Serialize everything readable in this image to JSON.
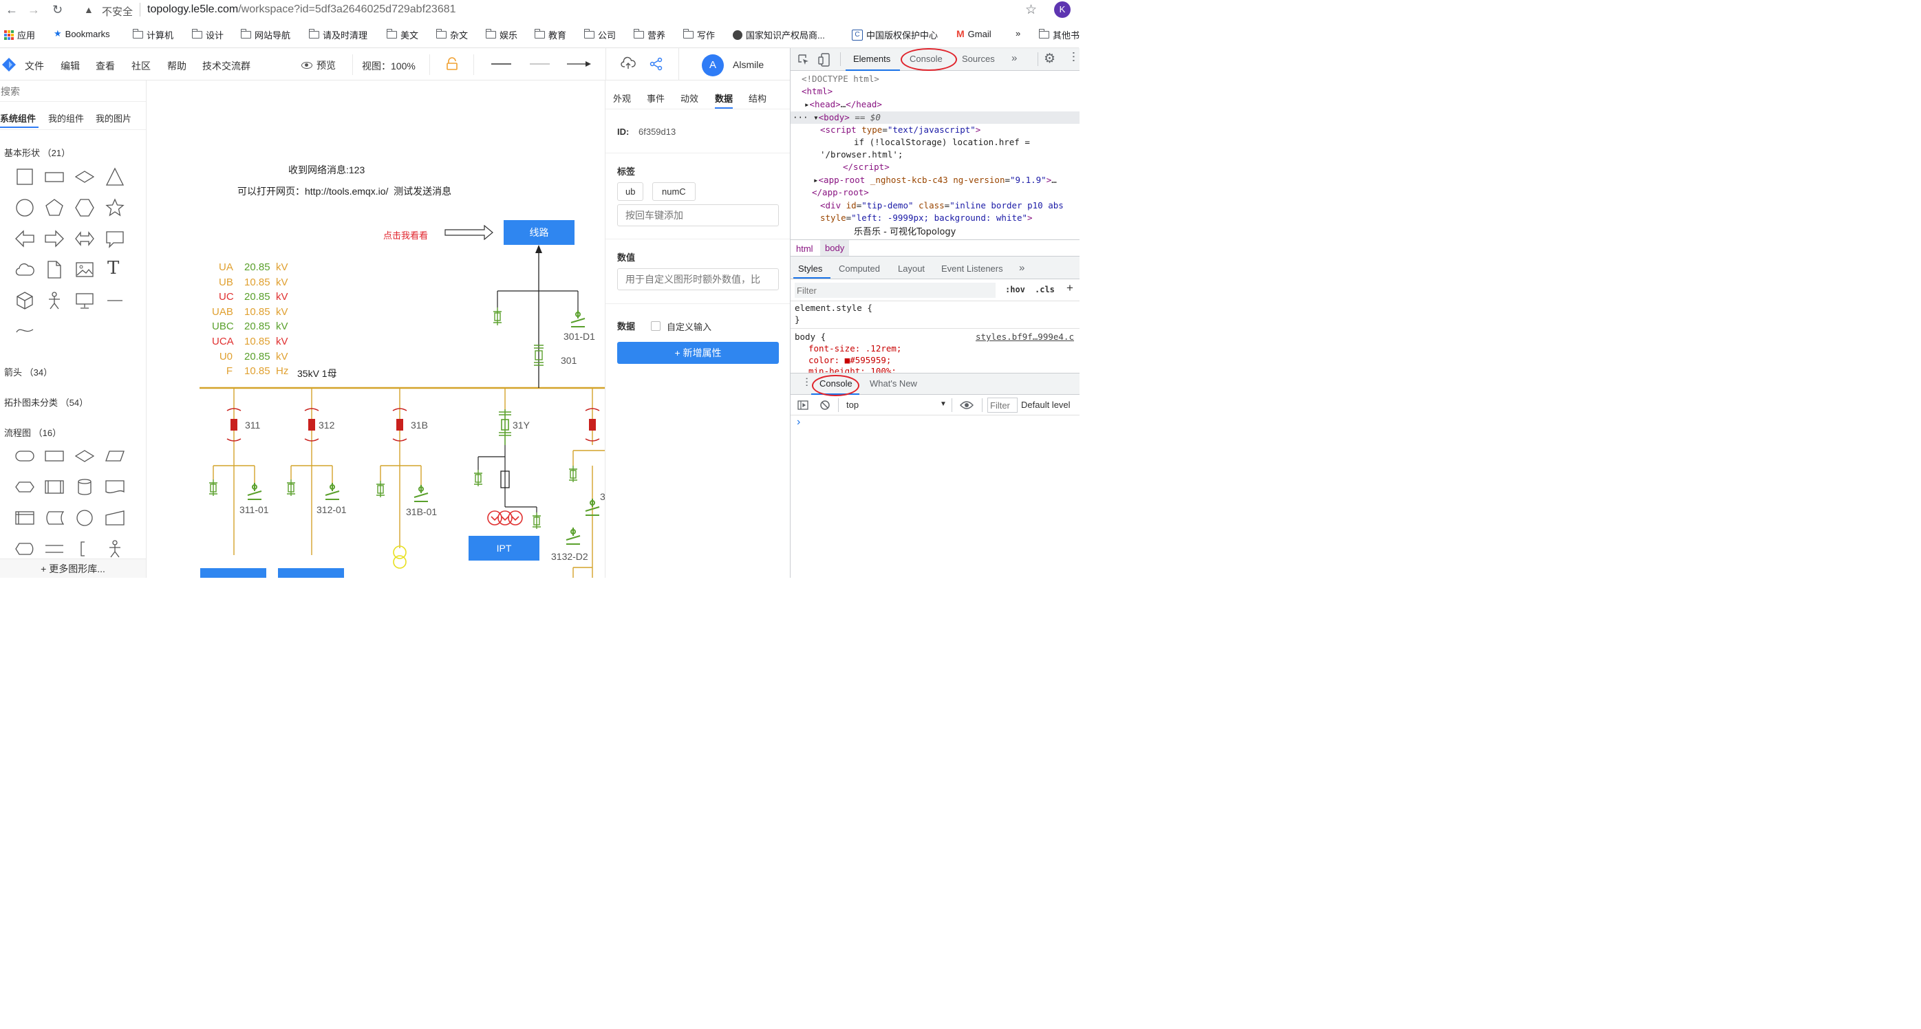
{
  "browser": {
    "security": "不安全",
    "url_host": "topology.le5le.com",
    "url_path": "/workspace?id=5df3a2646025d729abf23681",
    "avatar": "K",
    "bookmarks": [
      "应用",
      "Bookmarks",
      "计算机",
      "设计",
      "网站导航",
      "请及时清理",
      "美文",
      "杂文",
      "娱乐",
      "教育",
      "公司",
      "营养",
      "写作",
      "国家知识产权局商...",
      "中国版权保护中心",
      "Gmail",
      "»",
      "其他书"
    ]
  },
  "toolbar": {
    "menus": [
      "文件",
      "编辑",
      "查看",
      "社区",
      "帮助",
      "技术交流群"
    ],
    "preview": "预览",
    "view": "视图：100%",
    "user_initial": "A",
    "user_name": "Alsmile"
  },
  "library": {
    "search_placeholder": "搜索",
    "tabs": [
      "系统组件",
      "我的组件",
      "我的图片"
    ],
    "cat_basic": "基本形状 （21）",
    "cat_arrow": "箭头 （34）",
    "cat_topo": "拓扑图未分类 （54）",
    "cat_flow": "流程图 （16）",
    "more": "+ 更多图形库..."
  },
  "canvas": {
    "msg1": "收到网络消息:123",
    "msg2": "可以打开网页：http://tools.emqx.io/  测试发送消息",
    "click_me": "点击我看看",
    "line_btn": "线路",
    "bus_label": "35kV 1母",
    "ipt": "IPT",
    "measurements": [
      {
        "name": "UA",
        "value": "20.85",
        "unit": "kV",
        "color": "#e0a030"
      },
      {
        "name": "UB",
        "value": "10.85",
        "unit": "kV",
        "color": "#e0a030"
      },
      {
        "name": "UC",
        "value": "20.85",
        "unit": "kV",
        "color": "#e03030"
      },
      {
        "name": "UAB",
        "value": "10.85",
        "unit": "kV",
        "color": "#e0a030"
      },
      {
        "name": "UBC",
        "value": "20.85",
        "unit": "kV",
        "color": "#5aa02c"
      },
      {
        "name": "UCA",
        "value": "10.85",
        "unit": "kV",
        "color": "#e03030"
      },
      {
        "name": "U0",
        "value": "20.85",
        "unit": "kV",
        "color": "#e0a030"
      },
      {
        "name": "F",
        "value": "10.85",
        "unit": "Hz",
        "color": "#e0a030"
      }
    ],
    "labels": {
      "l301": "301",
      "l301d1": "301-D1",
      "l311": "311",
      "l312": "312",
      "l31b": "31B",
      "l31y": "31Y",
      "l31101": "311-01",
      "l31201": "312-01",
      "l31b01": "31B-01",
      "l3132": "3132-D2",
      "l3": "3"
    }
  },
  "props": {
    "tabs": [
      "外观",
      "事件",
      "动效",
      "数据",
      "结构"
    ],
    "id_label": "ID:",
    "id_value": "6f359d13",
    "tag_title": "标签",
    "tags": [
      "ub",
      "numC"
    ],
    "tag_placeholder": "按回车键添加",
    "value_title": "数值",
    "value_placeholder": "用于自定义图形时额外数值，比",
    "data_title": "数据",
    "custom_input": "自定义输入",
    "add_btn": "+ 新增属性"
  },
  "devtools": {
    "tabs": [
      "Elements",
      "Console",
      "Sources",
      "»"
    ],
    "breadcrumb": [
      "html",
      "body"
    ],
    "style_tabs": [
      "Styles",
      "Computed",
      "Layout",
      "Event Listeners",
      "»"
    ],
    "filter": "Filter",
    "hov": ":hov",
    "cls": ".cls",
    "element_style": "element.style {",
    "close_brace": "}",
    "body_sel": "body {",
    "stylesheet": "styles.bf9f…999e4.c",
    "prop1": "font-size: .12rem;",
    "prop2": "color: ■#595959;",
    "prop3": "min-height: 100%;",
    "drawer_tabs": [
      "Console",
      "What's New"
    ],
    "context": "top",
    "console_filter": "Filter",
    "level": "Default level",
    "prompt": "›"
  }
}
